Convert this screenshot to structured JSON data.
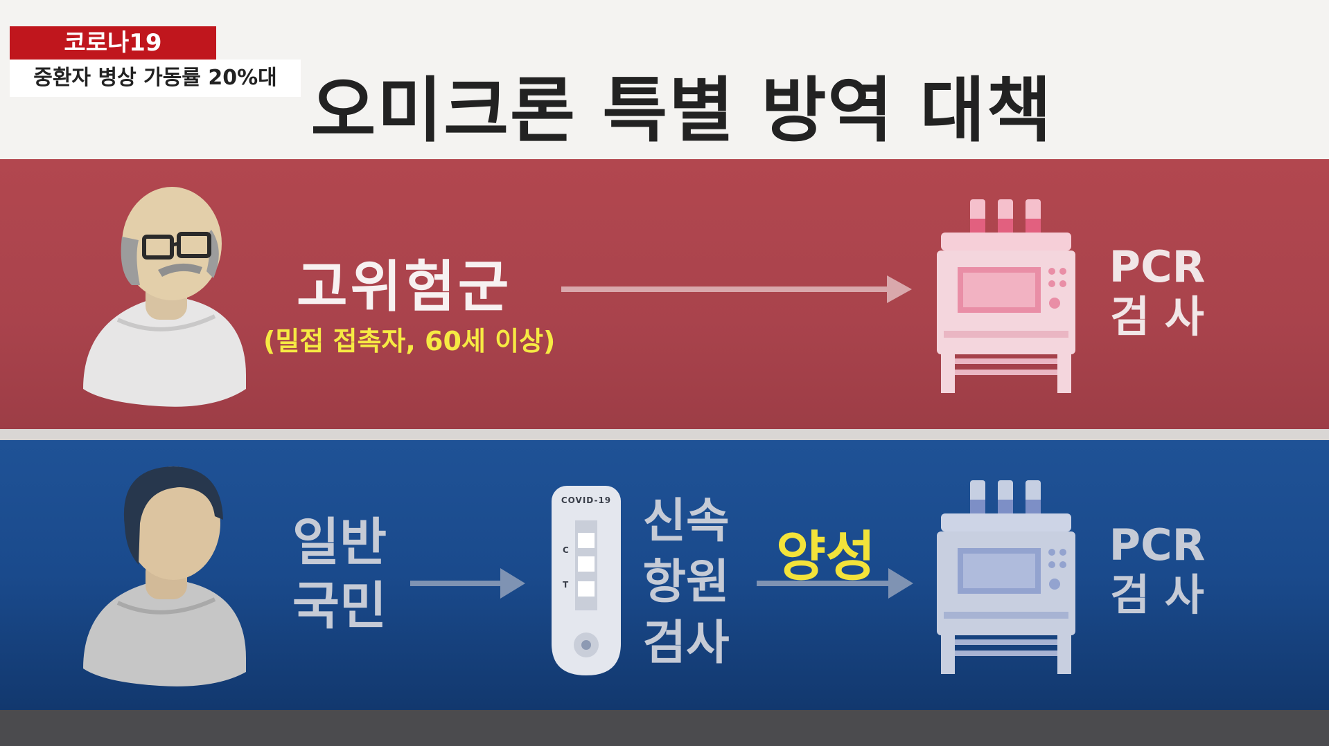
{
  "badge": {
    "category": "코로나19",
    "headline": "중환자 병상 가동률 20%대"
  },
  "title": "오미크론 특별 방역 대책",
  "high_risk": {
    "label": "고위험군",
    "sub": "(밀접 접촉자, 60세 이상)",
    "test_line1": "PCR",
    "test_line2": "검 사"
  },
  "general": {
    "label_line1": "일반",
    "label_line2": "국민",
    "kit_text": "COVID-19",
    "kit_c": "C",
    "kit_t": "T",
    "rapid_line1": "신속",
    "rapid_line2": "항원",
    "rapid_line3": "검사",
    "positive": "양성",
    "test_line1": "PCR",
    "test_line2": "검 사"
  },
  "colors": {
    "red_band": "#a9434c",
    "blue_band": "#1a4a8c",
    "highlight_yellow": "#f3e33a",
    "badge_red": "#c0161d"
  },
  "icons": [
    "elderly-person-icon",
    "person-icon",
    "pcr-machine-icon",
    "rapid-test-kit-icon",
    "arrow-right-icon"
  ]
}
